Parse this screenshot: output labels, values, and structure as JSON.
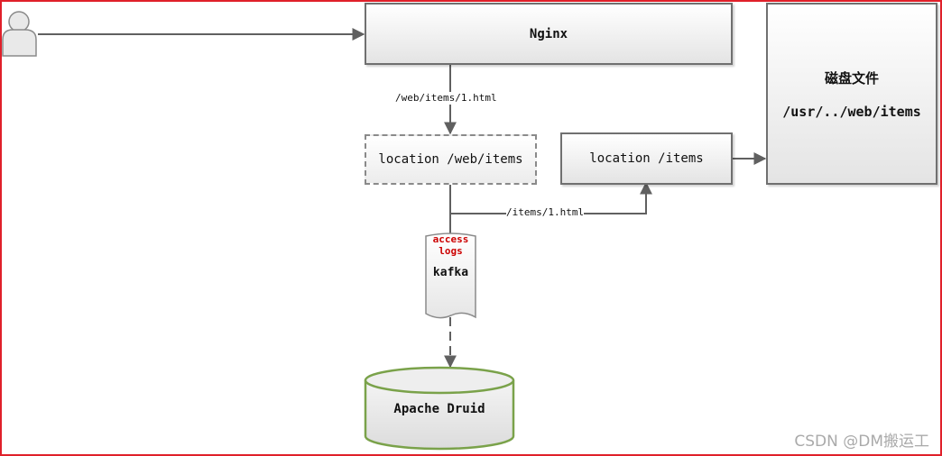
{
  "nodes": {
    "nginx": "Nginx",
    "location_web": "location /web/items",
    "location_items": "location /items",
    "disk_title": "磁盘文件",
    "disk_path": "/usr/../web/items",
    "access_logs_line1": "access",
    "access_logs_line2": "logs",
    "kafka": "kafka",
    "druid": "Apache Druid"
  },
  "edges": {
    "nginx_to_location": "/web/items/1.html",
    "location_to_items": "/items/1.html"
  },
  "watermark": "CSDN @DM搬运工",
  "colors": {
    "frame": "#e0202a",
    "access_logs": "#cc0000",
    "druid_border": "#7aa24a"
  }
}
